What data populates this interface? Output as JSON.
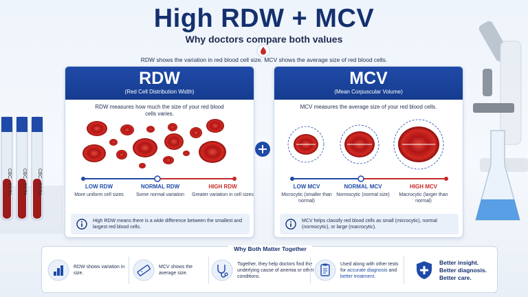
{
  "header": {
    "title": "High RDW + MCV",
    "subtitle": "Why doctors compare both values",
    "intro": "RDW shows the variation in red blood cell size. MCV shows the average size of red blood cells."
  },
  "background": {
    "tube_label": "CBC - EDTA"
  },
  "rdw_panel": {
    "title": "RDW",
    "subtitle": "(Red Cell Distribution Width)",
    "description": "RDW measures how much the size of your red blood cells varies.",
    "levels": [
      {
        "label": "LOW RDW",
        "desc": "More uniform cell sizes",
        "color": "#1f4aa8"
      },
      {
        "label": "NORMAL RDW",
        "desc": "Some normal variation",
        "color": "#1f4aa8"
      },
      {
        "label": "HIGH RDW",
        "desc": "Greater variation in cell sizes",
        "color": "#c62828"
      }
    ],
    "note": "High RDW means there is a wide difference between the smallest and largest red blood cells."
  },
  "mcv_panel": {
    "title": "MCV",
    "subtitle": "(Mean Corpuscular Volume)",
    "description": "MCV measures the average size of your red blood cells.",
    "levels": [
      {
        "label": "LOW MCV",
        "desc": "Microcytic (smaller than normal)",
        "color": "#1f4aa8"
      },
      {
        "label": "NORMAL MCV",
        "desc": "Normocytic (normal size)",
        "color": "#1f4aa8"
      },
      {
        "label": "HIGH MCV",
        "desc": "Macrocytic (larger than normal)",
        "color": "#c62828"
      }
    ],
    "note": "MCV helps classify red blood cells as small (microcytic), normal (normocytic), or large (macrocytic)."
  },
  "bottom": {
    "title": "Why Both Matter Together",
    "features": [
      {
        "icon": "bar-chart-icon",
        "text": "RDW shows variation in size."
      },
      {
        "icon": "ruler-icon",
        "text": "MCV shows the average size."
      },
      {
        "icon": "stethoscope-icon",
        "text": "Together, they help doctors find the underlying cause of anemia or other conditions."
      },
      {
        "icon": "clipboard-icon",
        "text_plain": "Used along with other tests for",
        "text_hl1": "accurate diagnosis",
        "text_mid": "and",
        "text_hl2": "better treatment."
      },
      {
        "icon": "shield-cross-icon",
        "line1": "Better insight.",
        "line2": "Better diagnosis.",
        "line3": "Better care."
      }
    ]
  },
  "colors": {
    "brand_blue": "#1f4aa8",
    "title_navy": "#14306e",
    "blood_red": "#c62828",
    "panel_bg": "#ffffff"
  }
}
